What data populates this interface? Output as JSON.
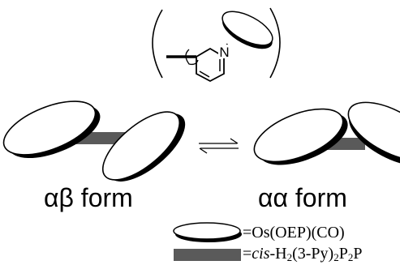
{
  "atom_label": "N",
  "forms": {
    "ab": {
      "alpha": "α",
      "second": "β",
      "word": " form"
    },
    "aa": {
      "alpha": "α",
      "second": "α",
      "word": " form"
    }
  },
  "legend": {
    "disc": {
      "prefix": "=",
      "text": "Os(OEP)(CO)"
    },
    "bar": {
      "prefix": "=",
      "italic": "cis",
      "part1": "-H",
      "sub1": "2",
      "part2": "(3-Py)",
      "sub2": "2",
      "part3": "P",
      "sub3": "2",
      "part4": "P"
    }
  },
  "colors": {
    "ink": "#000000",
    "bar": "#5a5a5a",
    "paper": "#ffffff"
  }
}
